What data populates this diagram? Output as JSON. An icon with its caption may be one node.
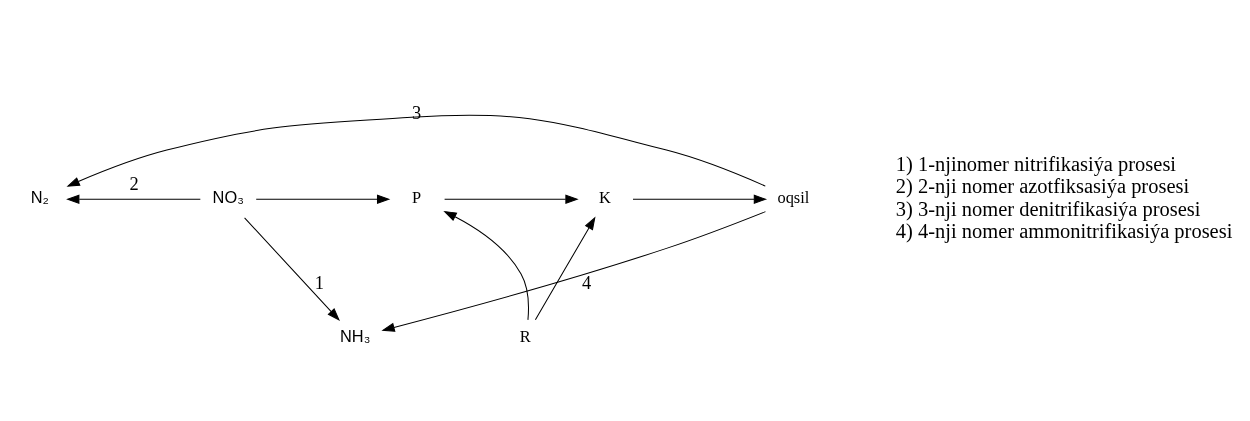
{
  "diagram": {
    "nodes": [
      {
        "text": [
          "N₂"
        ]
      },
      {
        "text": [
          "NO₃"
        ]
      },
      {
        "text": [
          "P"
        ]
      },
      {
        "text": [
          "K"
        ]
      },
      {
        "text": [
          "oqsil"
        ]
      },
      {
        "text": [
          "R"
        ]
      },
      {
        "text": [
          "NH₃"
        ]
      }
    ],
    "edges": [
      {
        "from": 1,
        "to": 0,
        "arrow": "to",
        "label": "2"
      },
      {
        "from": 4,
        "to": 0,
        "arrow": "to",
        "label": "3"
      },
      {
        "from": 1,
        "to": 2,
        "arrow": "to"
      },
      {
        "from": 2,
        "to": 3,
        "arrow": "to"
      },
      {
        "from": 3,
        "to": 4,
        "arrow": "to"
      },
      {
        "from": 5,
        "to": 2,
        "arrow": "to"
      },
      {
        "from": 5,
        "to": 3,
        "arrow": "to"
      },
      {
        "from": 1,
        "to": 6,
        "arrow": "to",
        "label": "1"
      },
      {
        "from": 4,
        "to": 6,
        "arrow": "to",
        "label": "4"
      }
    ],
    "labels": [
      "1) 1-njinomer nitrifikasiýa prosesi",
      "2) 2-nji nomer azotfiksasiýa prosesi",
      "3) 3-nji nomer denitrifikasiýa prosesi",
      "4) 4-nji nomer ammonitrifikasiýa prosesi"
    ]
  }
}
